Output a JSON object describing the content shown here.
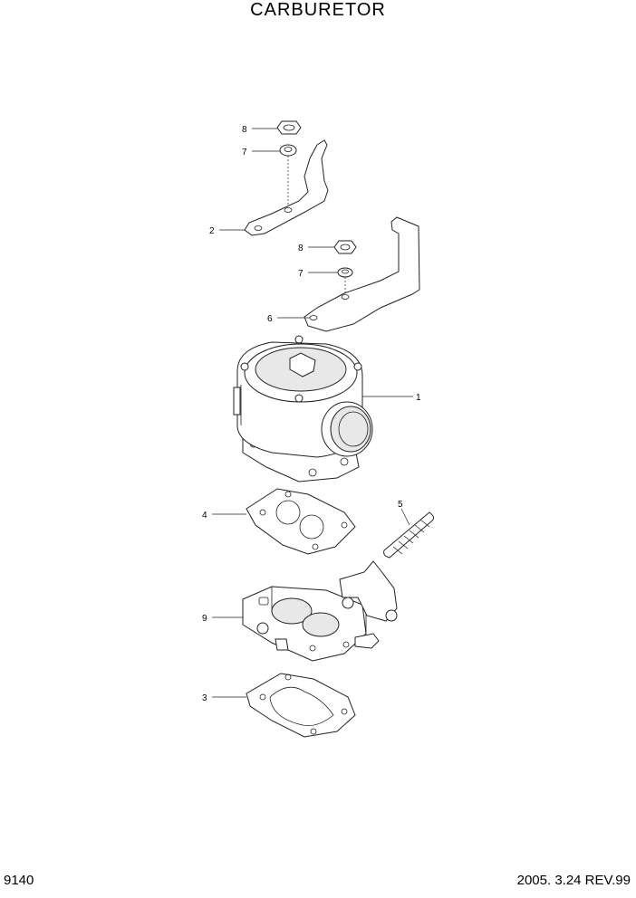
{
  "title": "CARBURETOR",
  "page_number": "9140",
  "revision": "2005. 3.24 REV.99",
  "callouts": [
    {
      "id": "c8a",
      "label": "8"
    },
    {
      "id": "c7a",
      "label": "7"
    },
    {
      "id": "c2",
      "label": "2"
    },
    {
      "id": "c8b",
      "label": "8"
    },
    {
      "id": "c7b",
      "label": "7"
    },
    {
      "id": "c6",
      "label": "6"
    },
    {
      "id": "c1",
      "label": "1"
    },
    {
      "id": "c4",
      "label": "4"
    },
    {
      "id": "c5",
      "label": "5"
    },
    {
      "id": "c9",
      "label": "9"
    },
    {
      "id": "c3",
      "label": "3"
    }
  ]
}
